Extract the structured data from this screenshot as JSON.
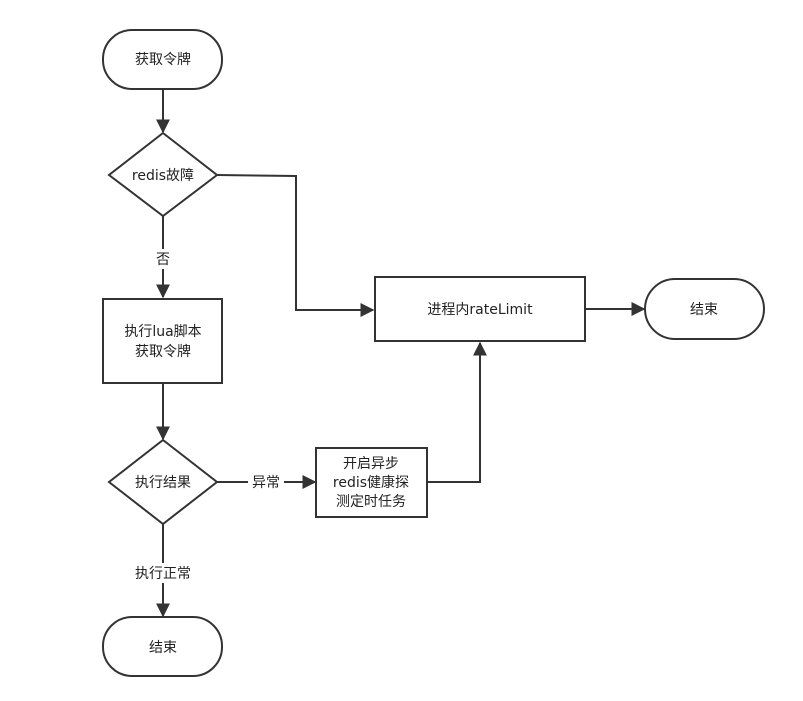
{
  "nodes": {
    "get_token": {
      "label": "获取令牌",
      "shape": "terminal"
    },
    "redis_fault": {
      "label": "redis故障",
      "shape": "decision"
    },
    "exec_lua": {
      "lines": [
        "执行lua脚本",
        "获取令牌"
      ],
      "shape": "process"
    },
    "exec_result": {
      "label": "执行结果",
      "shape": "decision"
    },
    "async_probe": {
      "lines": [
        "开启异步",
        "redis健康探",
        "测定时任务"
      ],
      "shape": "process"
    },
    "local_ratelimit": {
      "label": "进程内rateLimit",
      "shape": "process"
    },
    "end_right": {
      "label": "结束",
      "shape": "terminal"
    },
    "end_bottom": {
      "label": "结束",
      "shape": "terminal"
    }
  },
  "edges": {
    "no": {
      "label": "否"
    },
    "abnormal": {
      "label": "异常"
    },
    "normal": {
      "label": "执行正常"
    }
  },
  "colors": {
    "stroke": "#333333",
    "fill": "#ffffff",
    "text": "#222222"
  }
}
